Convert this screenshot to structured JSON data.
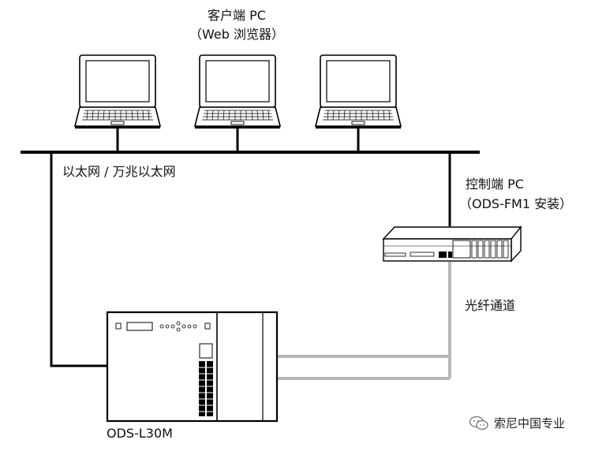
{
  "client_pc": {
    "title": "客户端 PC",
    "subtitle": "（Web 浏览器）"
  },
  "network_label": "以太网 / 万兆以太网",
  "control_pc": {
    "title": "控制端 PC",
    "subtitle": "（ODS-FM1 安装）"
  },
  "fiber_label": "光纤通道",
  "device_label": "ODS-L30M",
  "watermark": "索尼中国专业",
  "colors": {
    "line": "#000000",
    "fiber": "#b8b8b8",
    "background": "#ffffff"
  }
}
